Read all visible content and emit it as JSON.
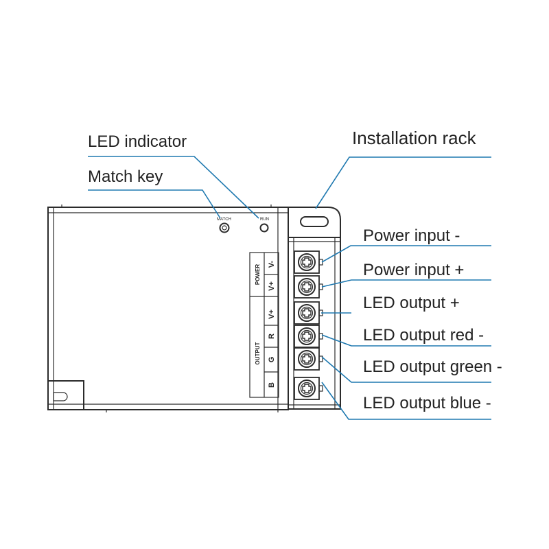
{
  "labels": {
    "led_indicator": "LED indicator",
    "match_key": "Match key",
    "installation_rack": "Installation rack",
    "power_input_minus": "Power input -",
    "power_input_plus": "Power input +",
    "led_output_plus": "LED output +",
    "led_output_red_minus": "LED output red -",
    "led_output_green_minus": "LED output green -",
    "led_output_blue_minus": "LED output blue -"
  },
  "device": {
    "match_text": "MATCH",
    "run_text": "RUN",
    "power_group": "POWER",
    "output_group": "OUTPUT",
    "terminals": {
      "v_minus": "V-",
      "v_plus_power": "V+",
      "v_plus_output": "V+",
      "r": "R",
      "g": "G",
      "b": "B"
    }
  },
  "colors": {
    "leader_line": "#1f79b0",
    "outline": "#2b2b2b"
  }
}
